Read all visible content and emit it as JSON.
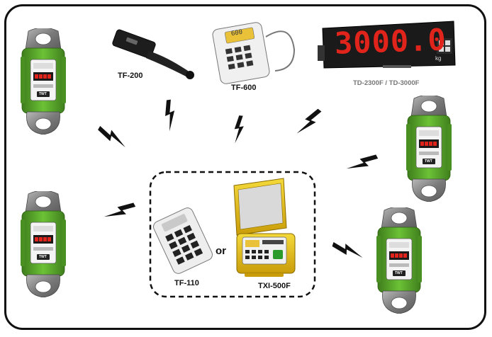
{
  "devices": {
    "tf200": {
      "label": "TF-200"
    },
    "tf600": {
      "label": "TF-600",
      "screen": "600"
    },
    "display": {
      "label": "TD-2300F / TD-3000F",
      "readout": "3000.0",
      "unit": "kg"
    },
    "tf110": {
      "label": "TF-110"
    },
    "txi500f": {
      "label": "TXI-500F"
    }
  },
  "connector": {
    "text": "or"
  },
  "dynamometer": {
    "brand": "TWT"
  },
  "colors": {
    "frame": "#111111",
    "dyno_green": "#5bab2c",
    "dyno_steel": "#8a8a8a",
    "led_red": "#e0241b",
    "case_yellow": "#e8c21a",
    "lightning": "#111111"
  }
}
